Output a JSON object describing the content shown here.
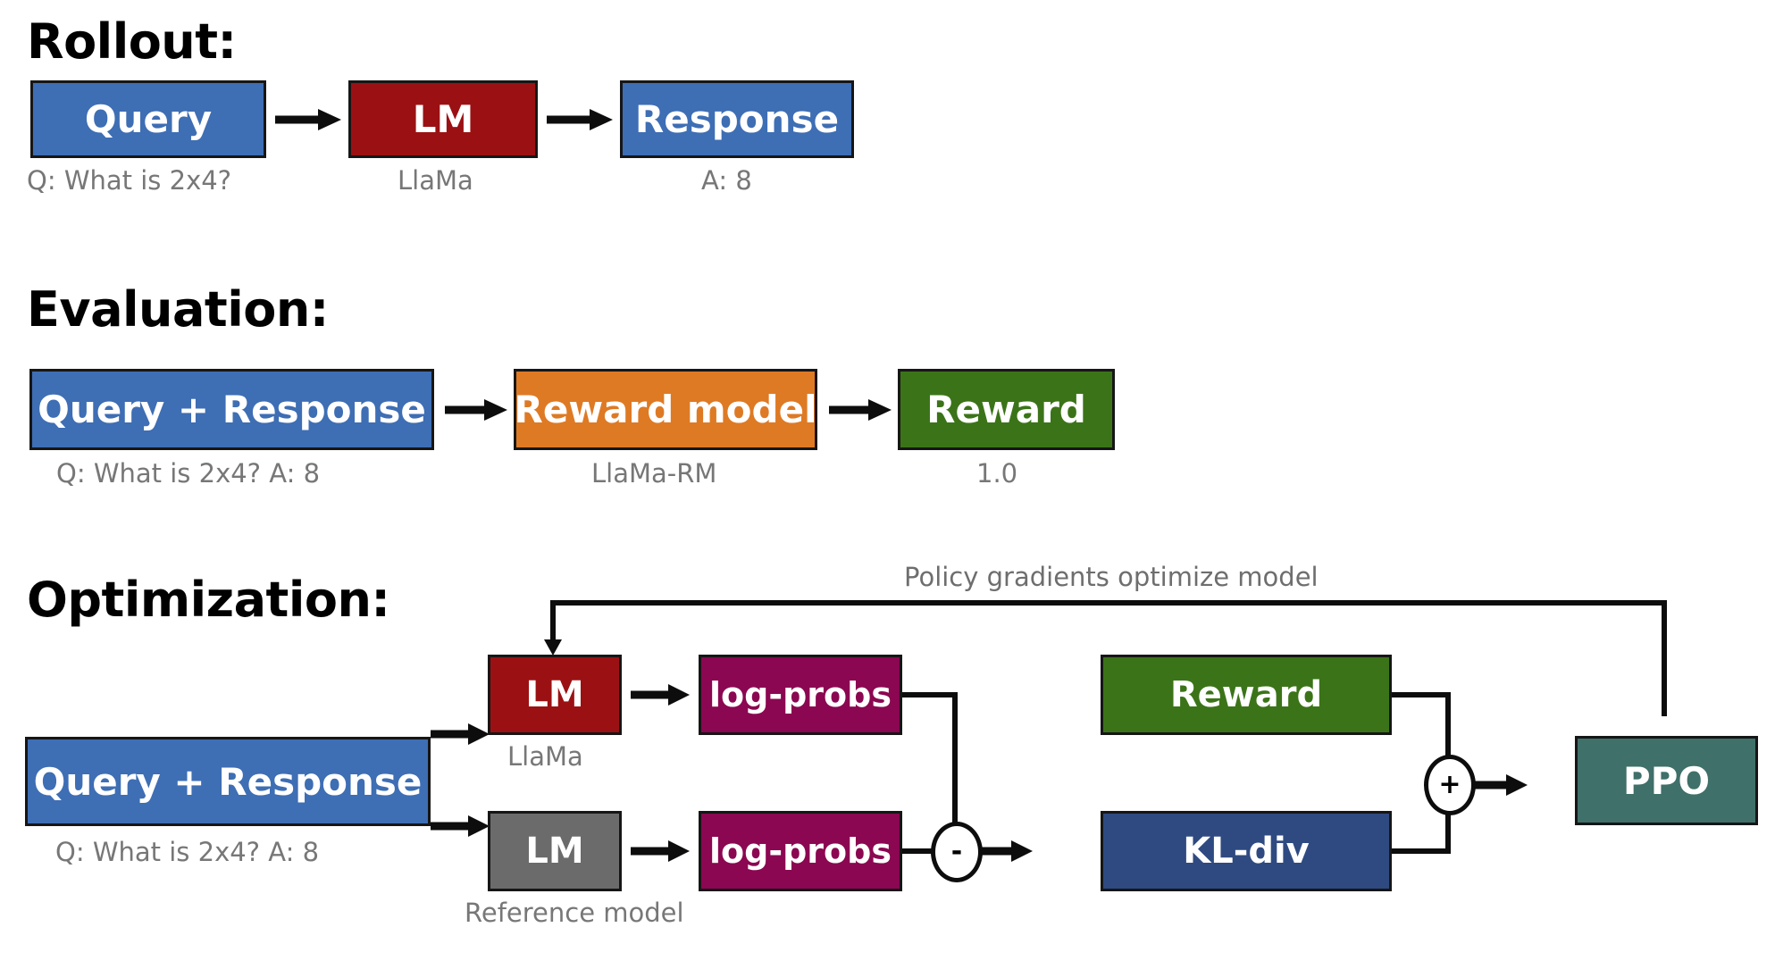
{
  "figure": {
    "title_rollout": "Rollout:",
    "title_evaluation": "Evaluation:",
    "title_optimization": "Optimization:"
  },
  "colors": {
    "blue": "#3E6EB4",
    "dark_red": "#9B1113",
    "orange": "#DE7A24",
    "green": "#3B7418",
    "magenta": "#8B0751",
    "gray": "#6B6B6B",
    "navy": "#2E4A81",
    "teal": "#3F7069",
    "outline": "#161616",
    "caption_text": "#777777"
  },
  "rollout": {
    "nodes": [
      {
        "id": "query",
        "label": "Query",
        "caption": "Q: What is 2x4?",
        "color": "blue"
      },
      {
        "id": "lm",
        "label": "LM",
        "caption": "LlaMa",
        "color": "dark_red"
      },
      {
        "id": "response",
        "label": "Response",
        "caption": "A: 8",
        "color": "blue"
      }
    ],
    "arrows": [
      "arrow-right",
      "arrow-right"
    ]
  },
  "evaluation": {
    "nodes": [
      {
        "id": "query-response",
        "label": "Query + Response",
        "caption": "Q: What is 2x4? A: 8",
        "color": "blue"
      },
      {
        "id": "reward-model",
        "label": "Reward model",
        "caption": "LlaMa-RM",
        "color": "orange"
      },
      {
        "id": "reward",
        "label": "Reward",
        "caption": "1.0",
        "color": "green"
      }
    ],
    "arrows": [
      "arrow-right",
      "arrow-right"
    ]
  },
  "optimization": {
    "feedback_label": "Policy gradients optimize model",
    "nodes": [
      {
        "id": "query-response",
        "label": "Query + Response",
        "caption": "Q: What is 2x4? A: 8",
        "color": "blue"
      },
      {
        "id": "policy-lm",
        "label": "LM",
        "caption": "LlaMa",
        "color": "dark_red"
      },
      {
        "id": "reference-lm",
        "label": "LM",
        "caption": "Reference model",
        "color": "gray"
      },
      {
        "id": "policy-logprobs",
        "label": "log-probs",
        "caption": "",
        "color": "magenta"
      },
      {
        "id": "reference-logprobs",
        "label": "log-probs",
        "caption": "",
        "color": "magenta"
      },
      {
        "id": "reward",
        "label": "Reward",
        "caption": "",
        "color": "green"
      },
      {
        "id": "kl-div",
        "label": "KL-div",
        "caption": "",
        "color": "navy"
      },
      {
        "id": "ppo",
        "label": "PPO",
        "caption": "",
        "color": "teal"
      }
    ],
    "operators": [
      {
        "id": "subtract",
        "symbol": "-"
      },
      {
        "id": "add",
        "symbol": "+"
      }
    ]
  }
}
